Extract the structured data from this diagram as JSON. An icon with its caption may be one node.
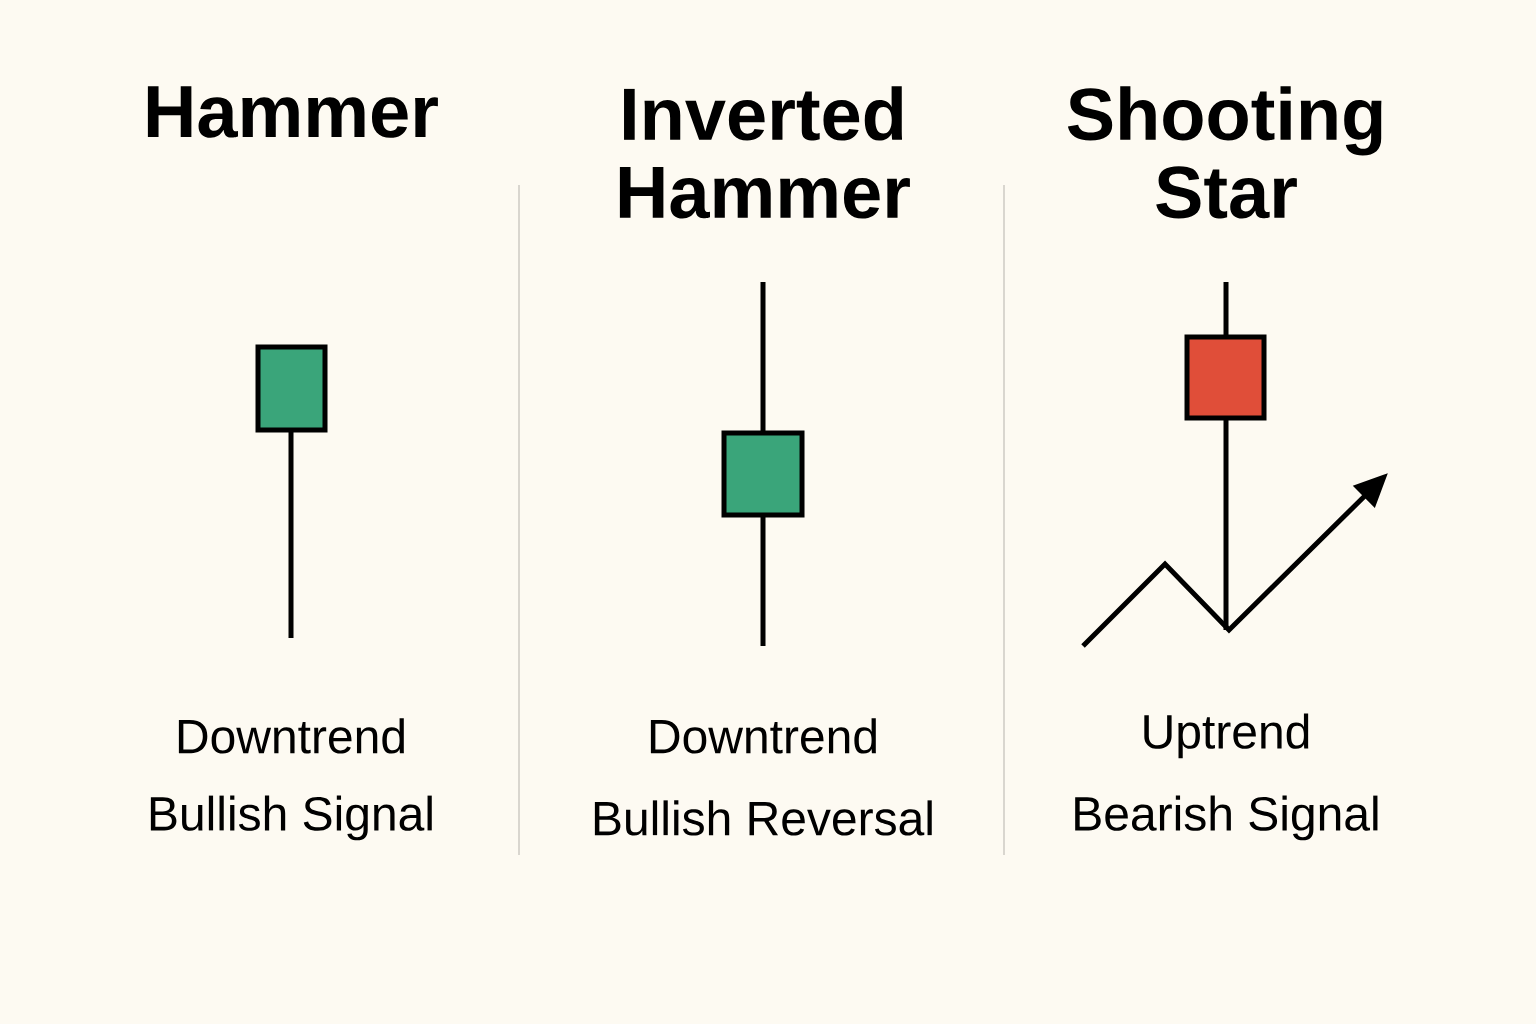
{
  "diagram": {
    "labels": [
      "Hammer",
      "Downtrend",
      "Bullish Signal",
      "Inverted Hammer",
      "Downtrend",
      "Bullish Reversal",
      "Shooting Star",
      "Uptrend",
      "Bearish Signal"
    ]
  }
}
